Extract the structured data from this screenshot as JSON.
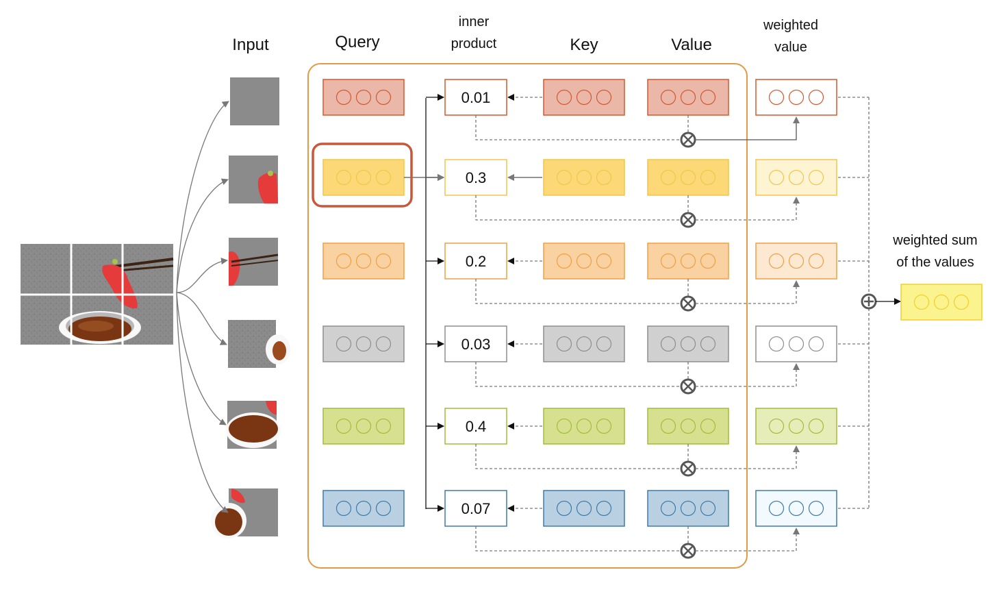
{
  "headers": {
    "input": "Input",
    "query": "Query",
    "inner_product": [
      "inner",
      "product"
    ],
    "key": "Key",
    "value": "Value",
    "weighted_value": [
      "weighted",
      "value"
    ],
    "weighted_sum": [
      "weighted sum",
      "of the values"
    ]
  },
  "scores": [
    "0.01",
    "0.3",
    "0.2",
    "0.03",
    "0.4",
    "0.07"
  ],
  "selected_query_row": 1,
  "image_patches": 6,
  "rows": [
    {
      "fill": "#eab7a8",
      "stroke": "#d4582f",
      "circle": "#d4582f",
      "weighted_fill": "#ffffff"
    },
    {
      "fill": "#fcd976",
      "stroke": "#f2c64a",
      "circle": "#f2c64a",
      "weighted_fill": "#fef4d2"
    },
    {
      "fill": "#fad2a1",
      "stroke": "#ef9f44",
      "circle": "#ef9f44",
      "weighted_fill": "#fde9d2"
    },
    {
      "fill": "#d0d0d0",
      "stroke": "#8e8e8e",
      "circle": "#8e8e8e",
      "weighted_fill": "#ffffff"
    },
    {
      "fill": "#d7e08f",
      "stroke": "#a4bb3b",
      "circle": "#a4bb3b",
      "weighted_fill": "#e7edb8"
    },
    {
      "fill": "#b8d0e2",
      "stroke": "#3e7aa8",
      "circle": "#3e7aa8",
      "weighted_fill": "#f2f9ff"
    }
  ],
  "output": {
    "fill": "#fbf38d",
    "stroke": "#f2cf2f",
    "circle": "#f2cf2f"
  },
  "colors": {
    "container_border": "#e29a46",
    "selected_border": "#c9573a",
    "connector": "#777777",
    "solid_connector": "#555555"
  },
  "icons": {
    "multiply": "circled-times-icon",
    "sum": "circled-plus-icon"
  }
}
